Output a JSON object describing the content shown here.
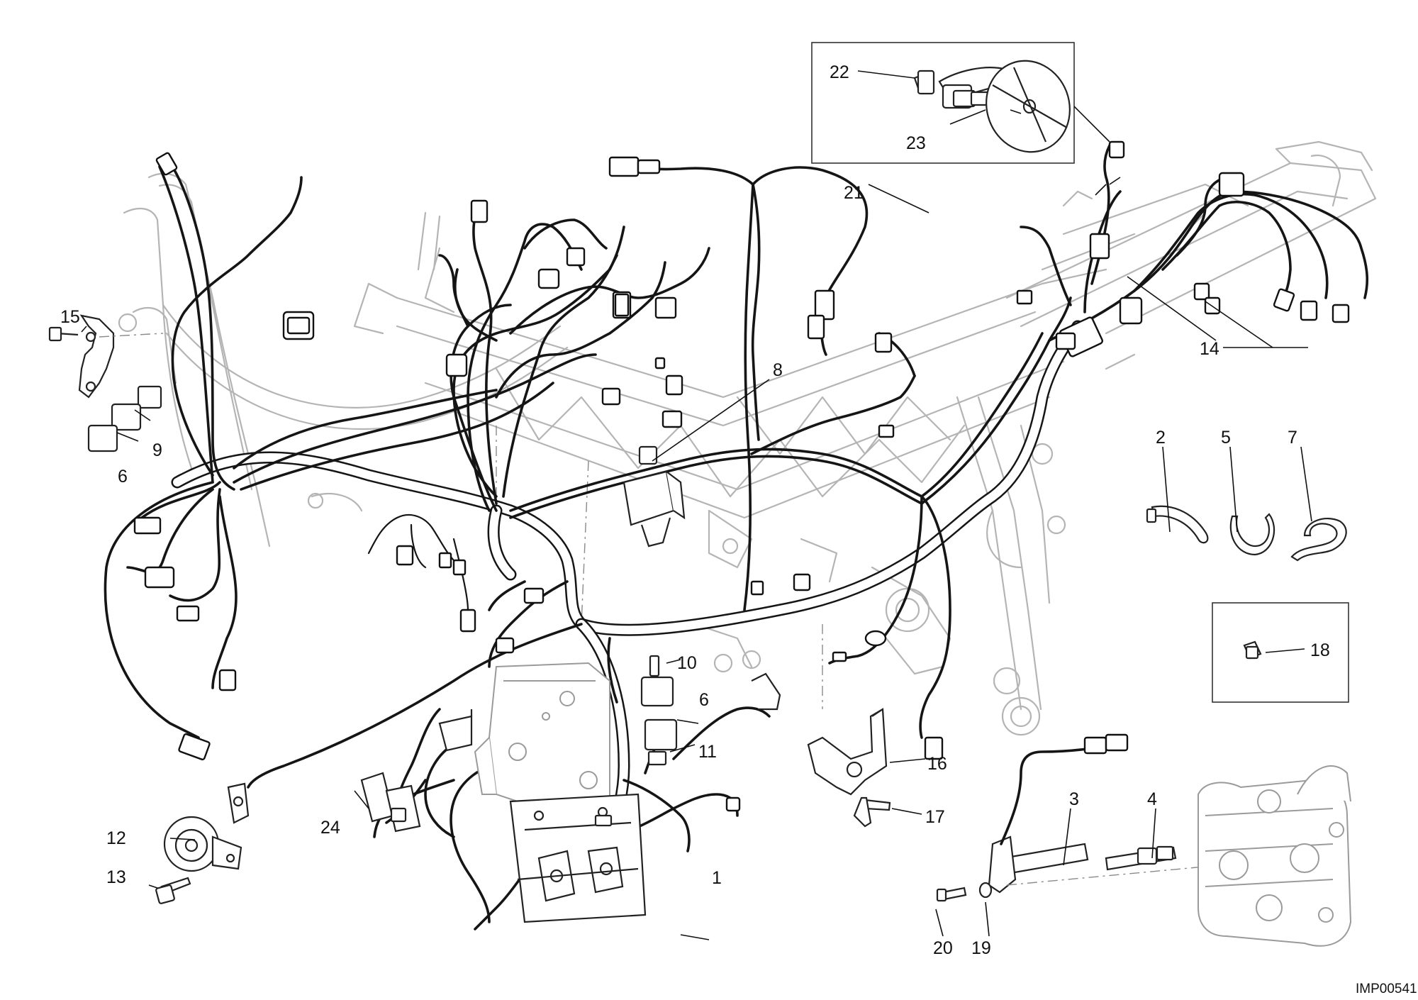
{
  "callouts": {
    "c1": "1",
    "c2": "2",
    "c3": "3",
    "c4": "4",
    "c5": "5",
    "c6a": "6",
    "c6b": "6",
    "c7": "7",
    "c8": "8",
    "c9": "9",
    "c10": "10",
    "c11": "11",
    "c12": "12",
    "c13": "13",
    "c14": "14",
    "c15": "15",
    "c16": "16",
    "c17": "17",
    "c18": "18",
    "c19": "19",
    "c20": "20",
    "c21": "21",
    "c22": "22",
    "c23": "23",
    "c24": "24"
  },
  "drawing_code": "IMP00541",
  "colors": {
    "line": "#151515",
    "frame": "#b4b4b4",
    "background": "#ffffff"
  }
}
